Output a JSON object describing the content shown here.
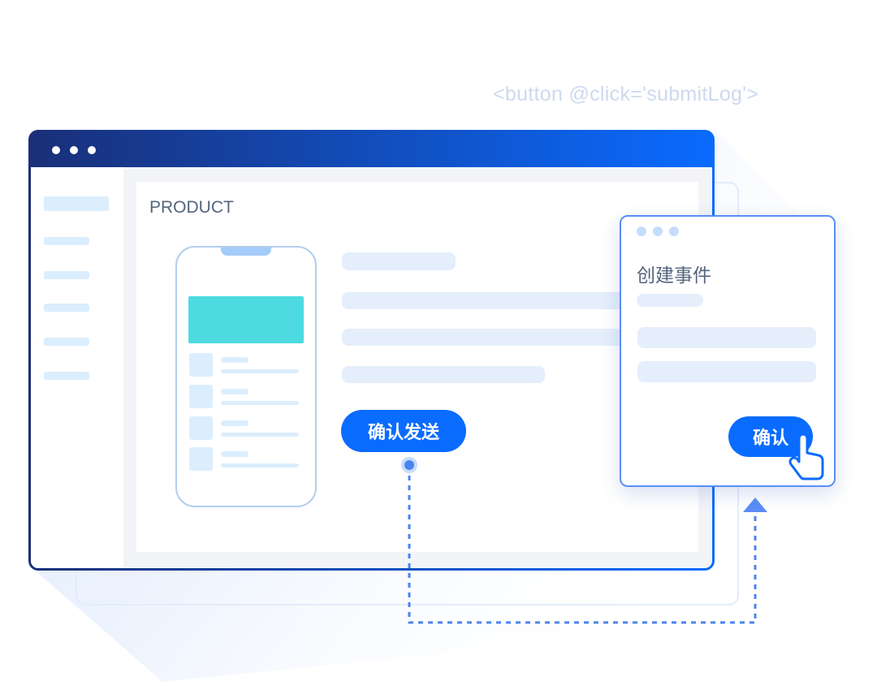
{
  "code_snippet": "<button @click='submitLog'>",
  "main_window": {
    "title": "PRODUCT",
    "send_button": "确认发送"
  },
  "popup": {
    "title": "创建事件",
    "confirm_button": "确认"
  },
  "colors": {
    "accent": "#0a6bff",
    "teal": "#4ddae0",
    "placeholder": "#e5eefb",
    "border": "#5b8ef7"
  },
  "icons": [
    "window-dots-icon",
    "hand-pointer-icon",
    "arrow-up-icon"
  ]
}
